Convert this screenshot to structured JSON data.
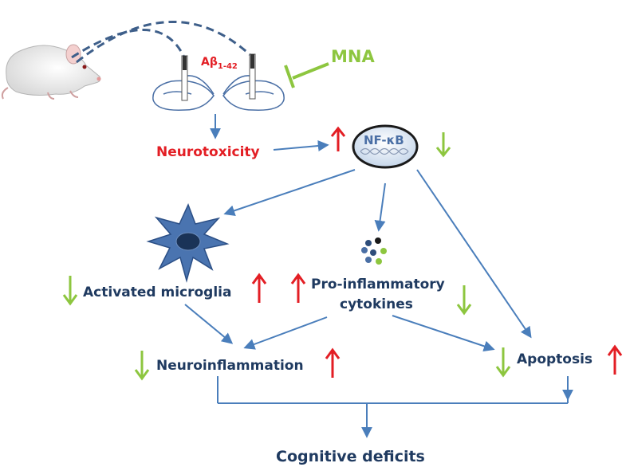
{
  "labels": {
    "abeta_main": "Aβ",
    "abeta_sub": "1-42",
    "mna": "MNA",
    "neurotoxicity": "Neurotoxicity",
    "nfkb": "NF-κB",
    "activated_microglia": "Activated microglia",
    "cytokines_line1": "Pro-inflammatory",
    "cytokines_line2": "cytokines",
    "neuroinflammation": "Neuroinflammation",
    "apoptosis": "Apoptosis",
    "cognitive_deficits": "Cognitive deficits"
  },
  "colors": {
    "label_dark": "#1f3a60",
    "label_red": "#e31e24",
    "inhibitor_green": "#8dc63f",
    "arrow_blue": "#4a7ebb",
    "up_arrow": "#e31e24",
    "down_arrow": "#8dc63f",
    "microglia_fill": "#4a74b0"
  },
  "icons": {
    "rat": "rat-illustration",
    "brain": "brain-outline",
    "microglia": "microglia-star-icon",
    "cytokines": "cytokine-dots-icon",
    "dna": "dna-helix-icon"
  }
}
